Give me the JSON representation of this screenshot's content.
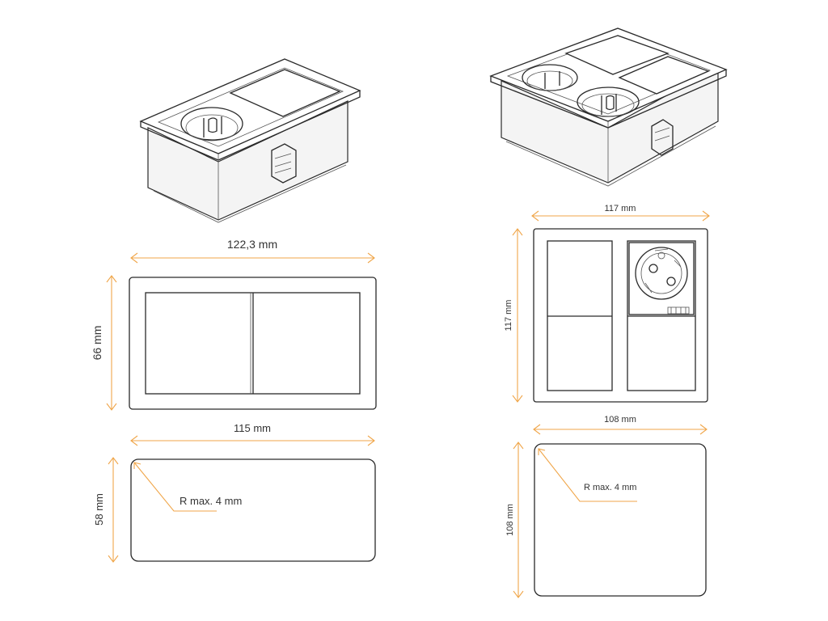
{
  "colors": {
    "dimension": "#f0a64a",
    "outline": "#2a2a2a",
    "background": "#ffffff"
  },
  "left": {
    "frame_width": "122,3 mm",
    "frame_height": "66 mm",
    "cutout_width": "115 mm",
    "cutout_height": "58 mm",
    "corner_radius": "R max. 4 mm"
  },
  "right": {
    "frame_width": "117 mm",
    "frame_height": "117 mm",
    "cutout_width": "108 mm",
    "cutout_height": "108 mm",
    "corner_radius": "R max. 4 mm"
  },
  "icons": [
    "socket-icon",
    "connector-clip-icon"
  ]
}
